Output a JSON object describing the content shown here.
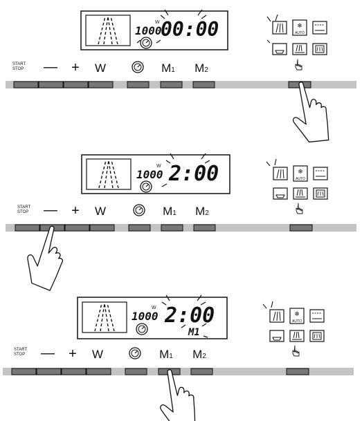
{
  "panels": [
    {
      "display": {
        "power": "1000",
        "watt_unit": "W",
        "time": "00:00",
        "mode": ""
      },
      "buttons": {
        "start": "START",
        "stop": "STOP",
        "minus": "—",
        "plus": "+",
        "w": "W",
        "m1_main": "M",
        "m1_sub": "1",
        "m2_main": "M",
        "m2_sub": "2"
      },
      "icons": {
        "auto": "AUTO"
      },
      "pressed": "combi-selector-button"
    },
    {
      "display": {
        "power": "1000",
        "watt_unit": "W",
        "time": "2:00",
        "mode": ""
      },
      "buttons": {
        "start": "START",
        "stop": "STOP",
        "minus": "—",
        "plus": "+",
        "w": "W",
        "m1_main": "M",
        "m1_sub": "1",
        "m2_main": "M",
        "m2_sub": "2"
      },
      "icons": {
        "auto": "AUTO"
      },
      "pressed": "minus-button"
    },
    {
      "display": {
        "power": "1000",
        "watt_unit": "W",
        "time": "2:00",
        "mode": "M1"
      },
      "buttons": {
        "start": "START",
        "stop": "STOP",
        "minus": "—",
        "plus": "+",
        "w": "W",
        "m1_main": "M",
        "m1_sub": "1",
        "m2_main": "M",
        "m2_sub": "2"
      },
      "icons": {
        "auto": "AUTO"
      },
      "pressed": "m1-button"
    }
  ],
  "colors": {
    "bar": "#c4c4c4",
    "button": "#777777",
    "ink": "#111111"
  }
}
